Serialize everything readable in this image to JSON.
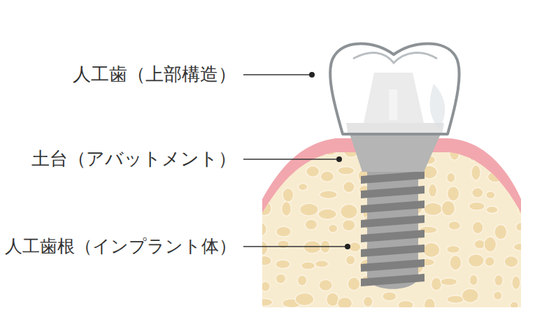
{
  "diagram": {
    "labels": [
      "人工歯（上部構造）",
      "土台（アバットメント）",
      "人工歯根（インプラント体）"
    ]
  }
}
